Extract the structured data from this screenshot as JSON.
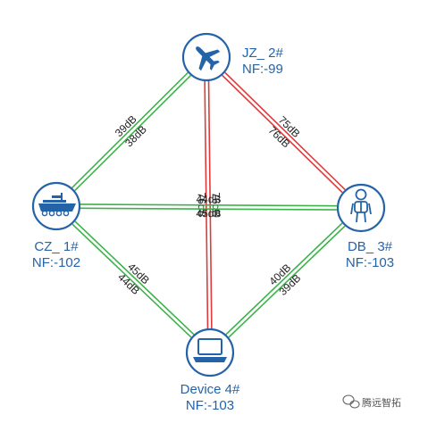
{
  "nodes": [
    {
      "id": "jz",
      "name": "JZ_ 2#",
      "nf": "NF:-99",
      "icon": "airplane-icon"
    },
    {
      "id": "cz",
      "name": "CZ_ 1#",
      "nf": "NF:-102",
      "icon": "armored-vehicle-icon"
    },
    {
      "id": "db",
      "name": "DB_ 3#",
      "nf": "NF:-103",
      "icon": "soldier-icon"
    },
    {
      "id": "dev",
      "name": "Device 4#",
      "nf": "NF:-103",
      "icon": "laptop-icon"
    }
  ],
  "links": [
    {
      "from": "jz",
      "to": "cz",
      "color": "green",
      "labels": [
        "38dB",
        "39dB"
      ]
    },
    {
      "from": "jz",
      "to": "db",
      "color": "red",
      "labels": [
        "75dB",
        "76dB"
      ]
    },
    {
      "from": "jz",
      "to": "dev",
      "color": "red",
      "labels": [
        "76dB",
        "76dB"
      ]
    },
    {
      "from": "cz",
      "to": "db",
      "color": "green",
      "labels": [
        "44dB",
        "45dB"
      ]
    },
    {
      "from": "cz",
      "to": "dev",
      "color": "green",
      "labels": [
        "45dB",
        "44dB"
      ]
    },
    {
      "from": "db",
      "to": "dev",
      "color": "green",
      "labels": [
        "39dB",
        "40dB"
      ]
    }
  ],
  "colors": {
    "green": "#3cb34a",
    "red": "#e03a3a",
    "node_blue": "#2563a8"
  },
  "watermark": "腾远智拓"
}
